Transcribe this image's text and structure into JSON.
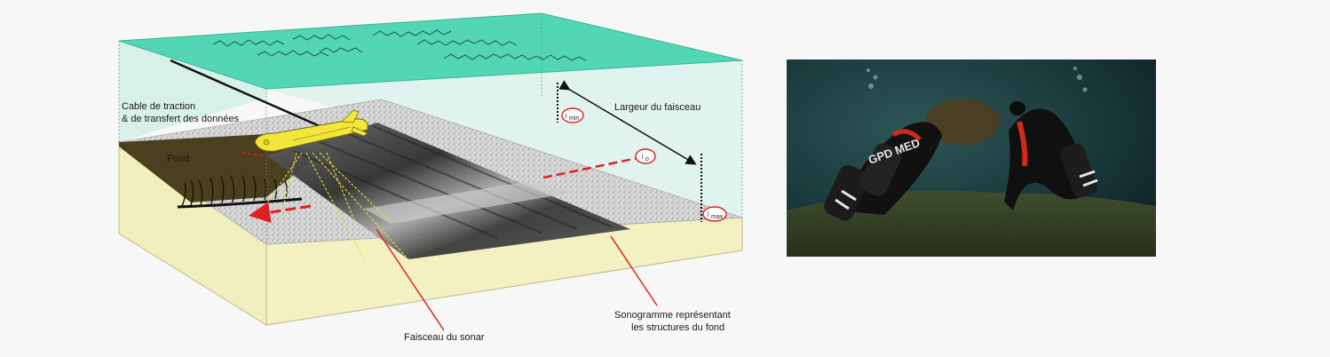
{
  "diagram": {
    "labels": {
      "cable_line1": "Cable de traction",
      "cable_line2": "& de transfert des données",
      "beam_width": "Largeur du faisceau",
      "seafloor": "Fond",
      "sonar_beam": "Faisceau du sonar",
      "sonogram_line1": "Sonogramme représentant",
      "sonogram_line2": "les structures du fond"
    },
    "markers": {
      "lmin": "l",
      "lmin_sub": "min",
      "lmax": "l",
      "lmax_sub": "max",
      "lo": "l",
      "lo_sub": "o"
    },
    "colors": {
      "water_surface": "#52d6b4",
      "water_side": "#cfeee6",
      "sediment_block": "#f3f1c2",
      "gravel": "#d9d9d9",
      "arrow_red": "#e02020",
      "towfish": "#f2e63a"
    }
  },
  "photo": {
    "subject": "divers-inspecting-seafloor-object",
    "tank_text": "GPD MED"
  }
}
